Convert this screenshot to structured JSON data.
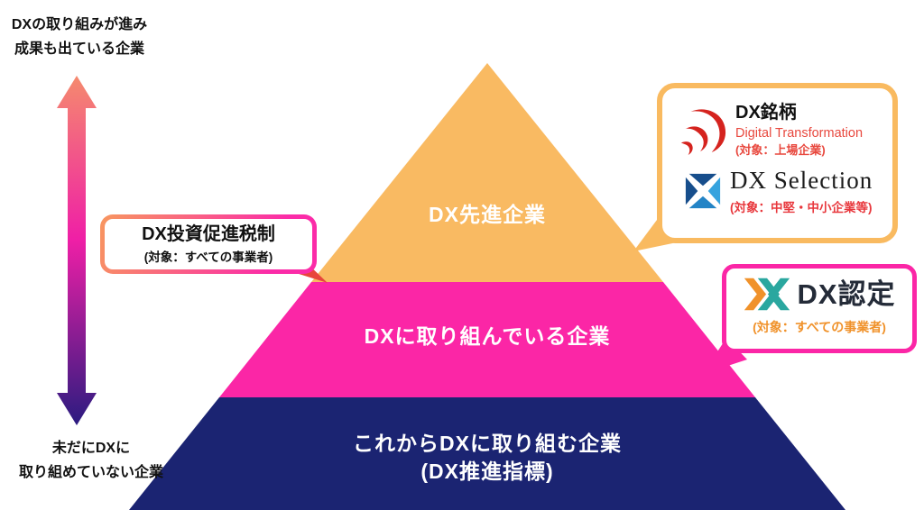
{
  "colors": {
    "pyramid_top": "#F9BA62",
    "pyramid_middle": "#FB26A6",
    "pyramid_bottom": "#1B2472",
    "arrow_gradient_top": "#F58A6E",
    "arrow_gradient_middle": "#EF1FA6",
    "arrow_gradient_bottom": "#2B1B80",
    "stocks_bubble_border": "#F9BA60",
    "cert_bubble_border": "#FB26A6",
    "callout_tail_red": "#E8453C",
    "meigara_logo_red": "#D5231E",
    "red_text": "#E8483E",
    "cert_orange": "#F0922B",
    "selection_blue_dark": "#174E8C",
    "selection_blue_light": "#36A3DE",
    "nintei_teal": "#2AA79F"
  },
  "axis": {
    "top_label_line1": "DXの取り組みが進み",
    "top_label_line2": "成果も出ている企業",
    "bottom_label_line1": "未だにDXに",
    "bottom_label_line2": "取り組めていない企業"
  },
  "tax_callout": {
    "title": "DX投資促進税制",
    "target": "(対象：すべての事業者)"
  },
  "pyramid": {
    "top_label": "DX先進企業",
    "middle_label": "DXに取り組んでいる企業",
    "bottom_label_line1": "これからDXに取り組む企業",
    "bottom_label_line2": "(DX推進指標)"
  },
  "stocks_bubble": {
    "meigara_title": "DX銘柄",
    "meigara_subtitle": "Digital Transformation",
    "meigara_target": "(対象：上場企業)",
    "selection_title": "DX Selection",
    "selection_target": "(対象：中堅・中小企業等)"
  },
  "cert_bubble": {
    "title": "DX認定",
    "target": "(対象：すべての事業者)"
  }
}
